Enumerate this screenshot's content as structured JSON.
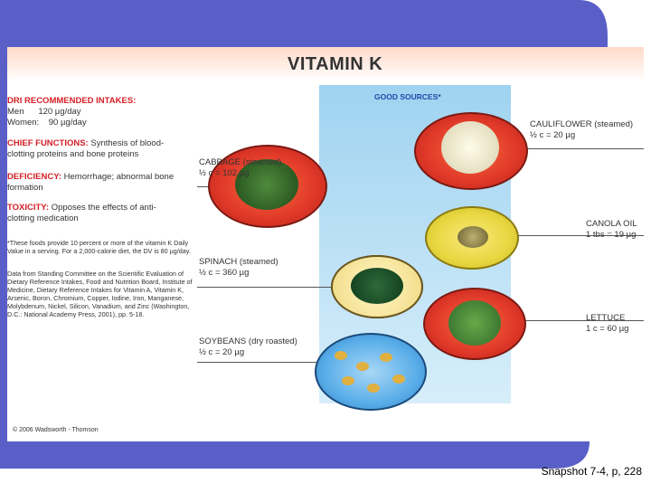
{
  "slide": {
    "caption": "Snapshot 7-4, p, 228",
    "colors": {
      "band": "#5a5fc8",
      "header_red": "#d42027",
      "sources_blue": "#1f4aa8"
    }
  },
  "panel": {
    "title": "VITAMIN K",
    "dri": {
      "heading": "DRI RECOMMENDED INTAKES:",
      "men": "Men      120 µg/day",
      "women": "Women:    90 µg/day"
    },
    "chief": {
      "heading": "CHIEF FUNCTIONS:",
      "text": "Synthesis of blood-clotting proteins and bone proteins"
    },
    "deficiency": {
      "heading": "DEFICIENCY:",
      "text": "Hemorrhage; abnormal bone formation"
    },
    "toxicity": {
      "heading": "TOXICITY:",
      "text": "Opposes the effects of anti-clotting medication"
    },
    "footnote1": "*These foods provide 10 percent or more of the vitamin K Daily Value in a serving. For a 2,000-calorie diet, the DV is 80 µg/day.",
    "footnote2": "Data from Standing Committee on the Scientific Evaluation of Dietary Reference Intakes, Food and Nutrition Board, Institute of Medicine, Dietary Reference Intakes for Vitamin A, Vitamin K, Arsenic, Boron, Chromium, Copper, Iodine, Iron, Manganese, Molybdenum, Nickel, Silicon, Vanadium, and Zinc (Washington, D.C.: National Academy Press, 2001), pp. 5-18.",
    "copyright": "© 2006 Wadsworth - Thomson",
    "sources_title": "GOOD SOURCES*",
    "foods": {
      "cabbage": {
        "name": "CABBAGE (steamed)",
        "amount": "½ c = 102 µg"
      },
      "spinach": {
        "name": "SPINACH (steamed)",
        "amount": "½ c = 360 µg"
      },
      "soybeans": {
        "name": "SOYBEANS (dry roasted)",
        "amount": "½ c = 20 µg"
      },
      "cauliflower": {
        "name": "CAULIFLOWER (steamed)",
        "amount": "½ c = 20 µg"
      },
      "canola": {
        "name": "CANOLA OIL",
        "amount": "1 tbs = 19 µg"
      },
      "lettuce": {
        "name": "LETTUCE",
        "amount": "1 c = 60 µg"
      }
    }
  }
}
